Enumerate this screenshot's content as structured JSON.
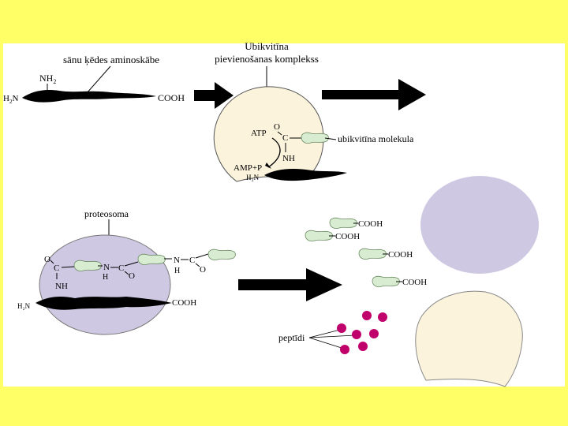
{
  "labels": {
    "side_chain_amino_acid": "sānu ķēdes aminoskābe",
    "complex_title_line1": "Ubikvitīna",
    "complex_title_line2": "pievienošanas komplekss",
    "ubiquitin_molecule": "ubikvitīna molekula",
    "proteasome": "proteosoma",
    "peptides": "peptīdi"
  },
  "chem": {
    "nh2": "NH",
    "nh2_sub": "2",
    "h2n_left": "H",
    "h2n_sub": "2",
    "h2n_n": "N",
    "cooh": "COOH",
    "atp": "ATP",
    "amp": "AMP+P",
    "o": "O",
    "c": "C",
    "nh": "NH",
    "n": "N",
    "h": "H",
    "h2n_small": "H₂N"
  },
  "colors": {
    "background": "#ffff66",
    "complex_fill": "#fbf3dc",
    "proteasome_fill": "#cfc8e3",
    "ubiquitin_fill": "#d8ecd2",
    "peptide_dots": "#c0006b",
    "protein_chain": "#000000"
  }
}
